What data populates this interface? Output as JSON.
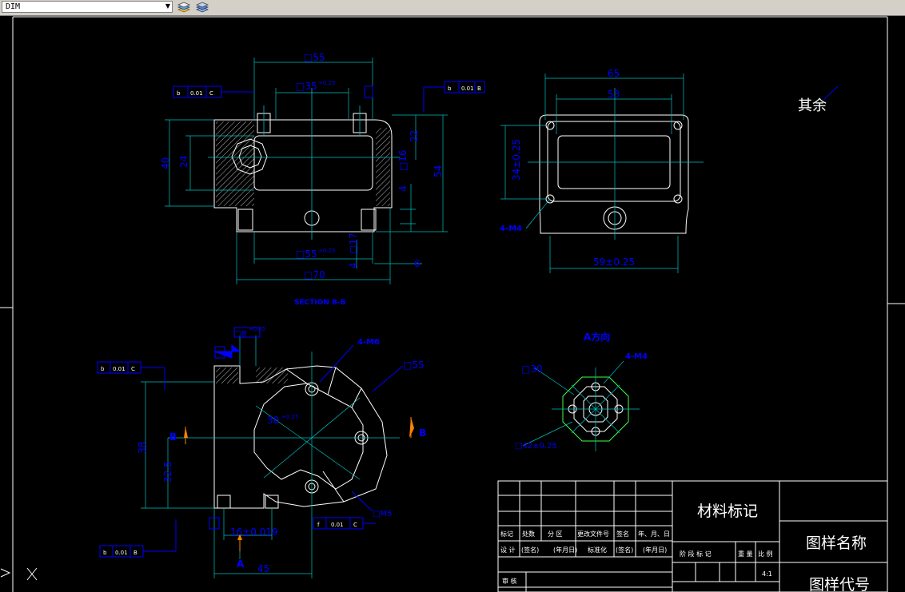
{
  "toolbar": {
    "layer_value": "DIM",
    "buttons": [
      {
        "name": "layer-previous-icon"
      },
      {
        "name": "layer-states-icon"
      }
    ]
  },
  "drawing": {
    "top_view_dims": {
      "d55": "□55",
      "d35": "□35",
      "d35_tol": "+0.25",
      "d40": "40",
      "d24": "24",
      "d22": "22",
      "d54": "54",
      "d4": "4",
      "d16": "□16",
      "d55b": "□55",
      "d55b_tol": "+0.25",
      "d17": "□17",
      "d4b": "4",
      "d6": "6",
      "d70": "□70"
    },
    "section_label": "SECTION B-B",
    "right_view_dims": {
      "d65": "65",
      "d53": "53",
      "d34": "34±0.25",
      "m4": "4-M4",
      "d59": "59±0.25"
    },
    "qiyu": "其余",
    "bottom_left": {
      "m6": "4-M6",
      "d55": "□55",
      "d30": "30",
      "d30_tol": "+0.25",
      "d38": "38",
      "d32": "32.5",
      "d16": "16±0.019",
      "d45": "45",
      "b_left": "B",
      "b_right": "B",
      "a": "A",
      "hole8": "□8",
      "d_tol": "+0.05",
      "m8": "□M5"
    },
    "a_view": {
      "title": "A方向",
      "m4": "4-M4",
      "d30": "□30",
      "d42": "□42±0.25"
    },
    "title_block": {
      "material": "材料标记",
      "drawing_name": "图样名称",
      "drawing_code": "图样代号",
      "row_labels": [
        "标记",
        "处数",
        "分 区",
        "更改文件号",
        "签名",
        "年、月、日"
      ],
      "row2": [
        "设 计",
        "(签名)",
        "(年月日)",
        "标准化",
        "(签名)",
        "(年月日)"
      ],
      "stage_labels": [
        "阶 段 标 记",
        "重 量",
        "比 例"
      ],
      "scale": "4:1",
      "review": "审 核"
    },
    "fcf": {
      "top_left": [
        "b",
        "0.01",
        "C"
      ],
      "top_right": [
        "b",
        "0.01",
        "B"
      ],
      "bottom_left_top": [
        "b",
        "0.01",
        "C"
      ],
      "bottom_left_bot": [
        "b",
        "0.01",
        "B"
      ],
      "bottom_mid": [
        "f",
        "0.01",
        "C"
      ]
    }
  }
}
